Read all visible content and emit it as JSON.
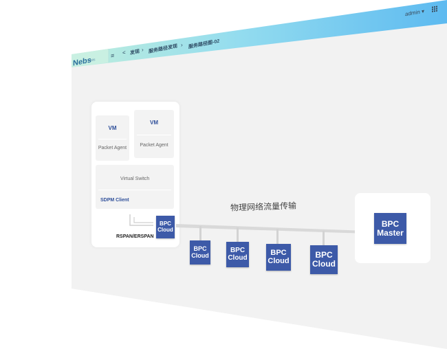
{
  "header": {
    "logo": "Nebs",
    "logo_sub": "netis",
    "menu_icon": "menu-icon",
    "breadcrumb": [
      "发现",
      "服务路径发现",
      "服务路径图-02"
    ],
    "user": "admin",
    "apps_icon": "grid-icon"
  },
  "host": {
    "vms": [
      {
        "title": "VM",
        "agent": "Packet Agent"
      },
      {
        "title": "VM",
        "agent": "Packet Agent"
      }
    ],
    "virtual_switch": "Virtual Switch",
    "sdpm_client": "SDPM Client",
    "rspan": "RSPAN/ERSPAN",
    "bpc_cloud": [
      "BPC",
      "Cloud"
    ]
  },
  "network": {
    "label": "物理网络流量传输",
    "clouds": [
      [
        "BPC",
        "Cloud"
      ],
      [
        "BPC",
        "Cloud"
      ],
      [
        "BPC",
        "Cloud"
      ],
      [
        "BPC",
        "Cloud"
      ]
    ]
  },
  "master": [
    "BPC",
    "Master"
  ],
  "colors": {
    "accent": "#3d5aa8",
    "header_start": "#b8ecd8",
    "header_end": "#6cc1ee",
    "panel_bg": "#f2f2f2"
  }
}
